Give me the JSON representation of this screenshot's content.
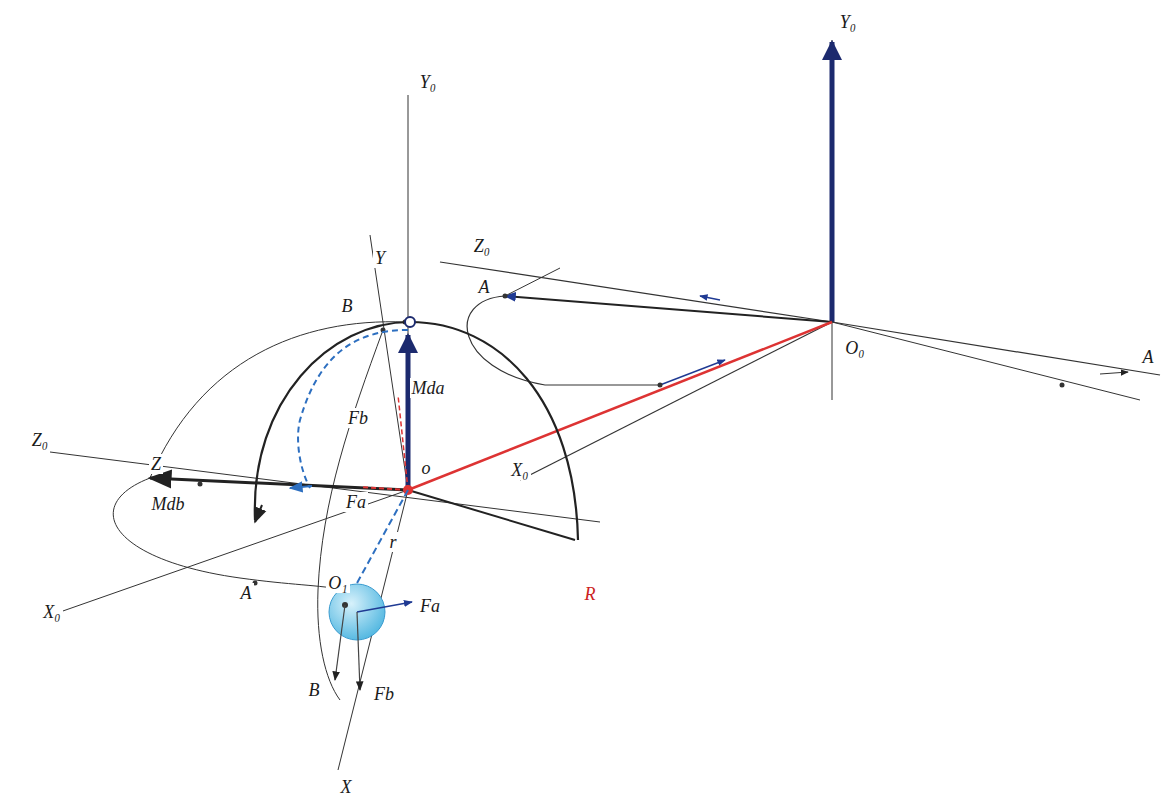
{
  "diagram": {
    "labels": [
      "Y₀",
      "Z₀",
      "A",
      "O₀",
      "A",
      "X₀",
      "R",
      "Y₀",
      "Y",
      "B",
      "Mda",
      "Fb",
      "Z₀",
      "Z",
      "Mdb",
      "Fa",
      "o",
      "r",
      "A",
      "O₁",
      "Fa",
      "B",
      "X₀",
      "Fb",
      "X"
    ]
  }
}
